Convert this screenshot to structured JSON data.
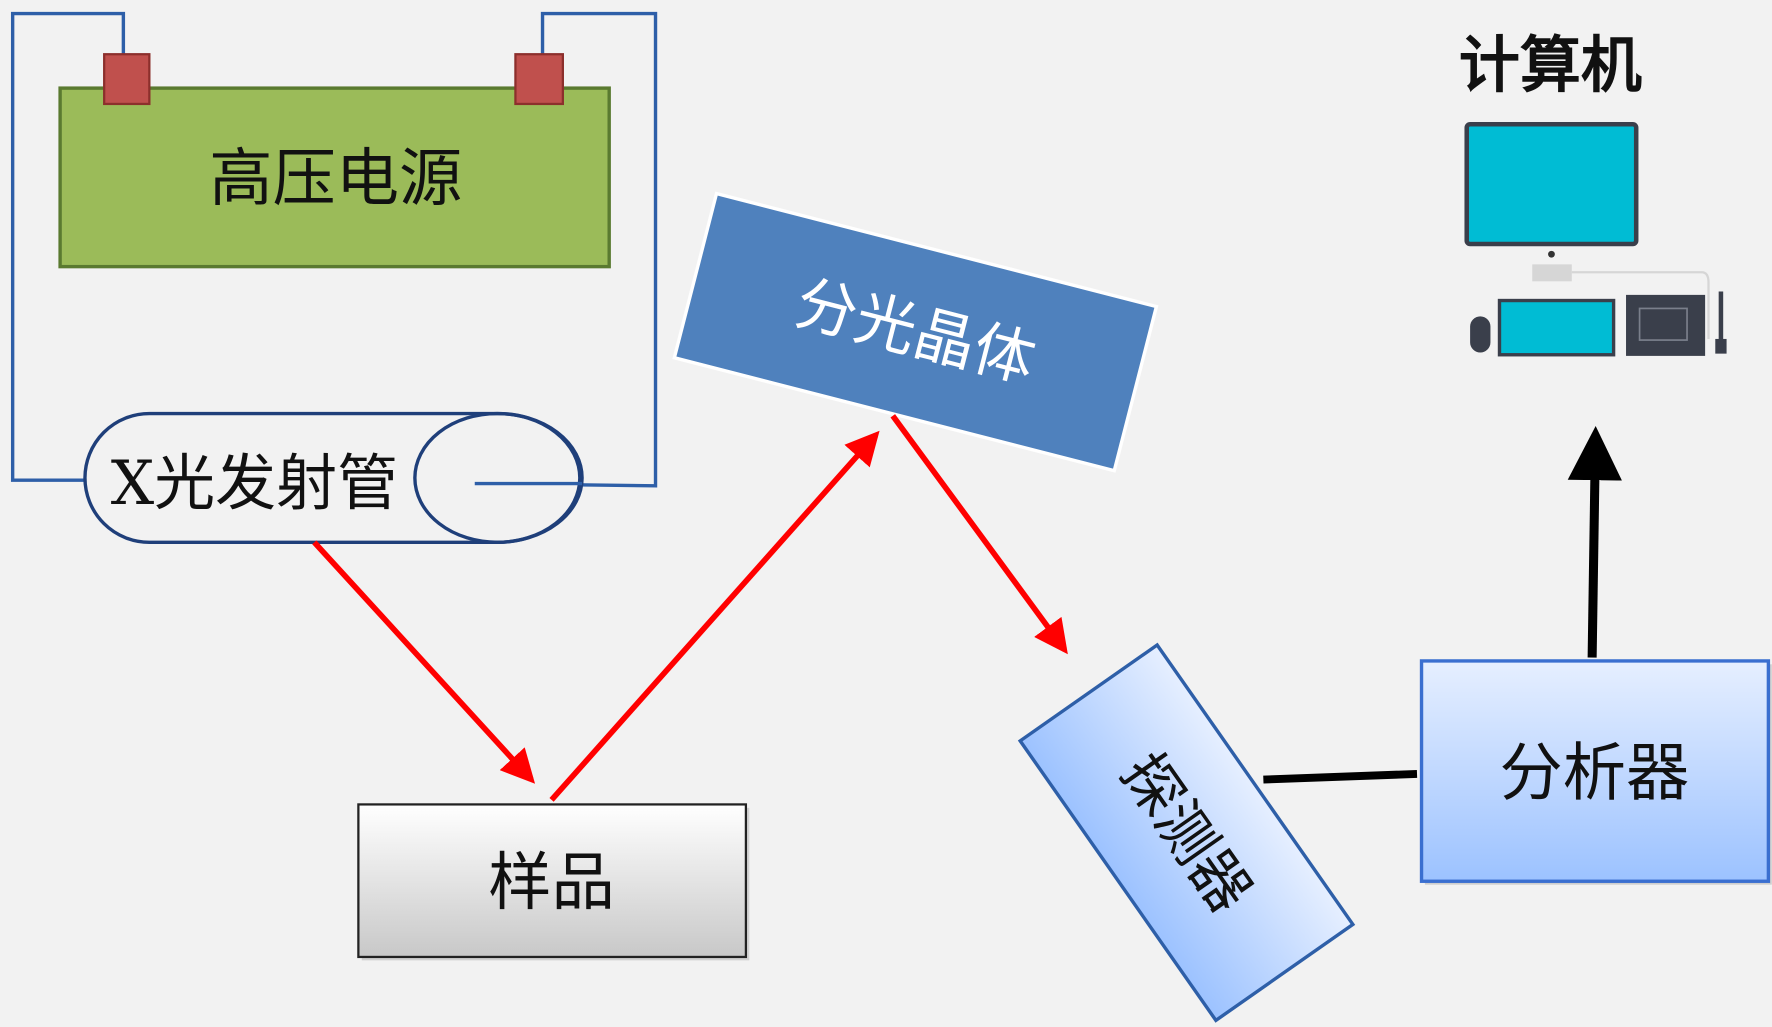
{
  "labels": {
    "power_supply": "高压电源",
    "xray_tube": "X光发射管",
    "crystal": "分光晶体",
    "sample": "样品",
    "detector": "探测器",
    "analyzer": "分析器",
    "computer": "计算机"
  },
  "colors": {
    "power_supply": "#9bbb59",
    "terminal": "#c0504d",
    "wire": "#2e5fa8",
    "crystal": "#4f81bd",
    "beam": "#ff0000",
    "screen": "#00bcd4"
  }
}
